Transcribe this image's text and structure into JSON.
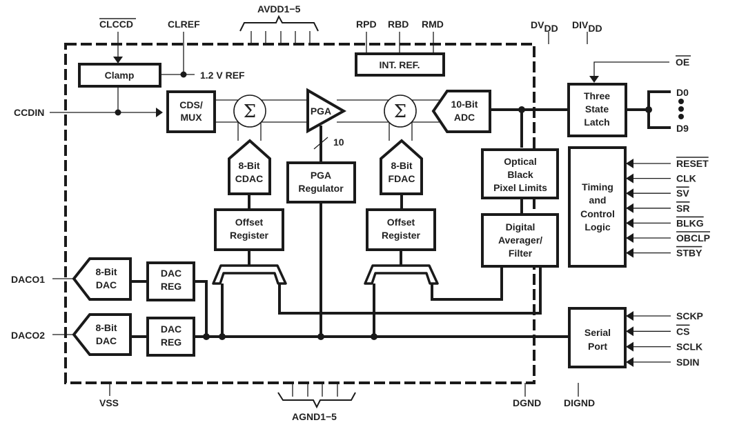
{
  "diagram": {
    "title": "CCD signal processor functional block diagram",
    "blocks": {
      "clamp": "Clamp",
      "cds_mux": [
        "CDS/",
        "MUX"
      ],
      "sum_symbol": "Σ",
      "pga": "PGA",
      "pga_bus_width": "10",
      "adc": [
        "10-Bit",
        "ADC"
      ],
      "int_ref": "INT. REF.",
      "three_state_latch": [
        "Three",
        "State",
        "Latch"
      ],
      "cdac": [
        "8-Bit",
        "CDAC"
      ],
      "pga_regulator": [
        "PGA",
        "Regulator"
      ],
      "fdac": [
        "8-Bit",
        "FDAC"
      ],
      "optical_black": [
        "Optical",
        "Black",
        "Pixel Limits"
      ],
      "offset_register_1": [
        "Offset",
        "Register"
      ],
      "offset_register_2": [
        "Offset",
        "Register"
      ],
      "digital_averager": [
        "Digital",
        "Averager/",
        "Filter"
      ],
      "timing_control": [
        "Timing",
        "and",
        "Control",
        "Logic"
      ],
      "dac1": [
        "8-Bit",
        "DAC"
      ],
      "dac2": [
        "8-Bit",
        "DAC"
      ],
      "dac_reg_1": [
        "DAC",
        "REG"
      ],
      "dac_reg_2": [
        "DAC",
        "REG"
      ],
      "serial_port": [
        "Serial",
        "Port"
      ]
    },
    "pins": {
      "top": {
        "clccd": "CLCCD",
        "clref": "CLREF",
        "avdd": "AVDD1−5",
        "rpd": "RPD",
        "rbd": "RBD",
        "rmd": "RMD",
        "dvdd_main": "DV",
        "dvdd_sub": "DD",
        "divdd_main": "DIV",
        "divdd_sub": "DD"
      },
      "internal": {
        "ref_1v2": "1.2 V REF"
      },
      "left": {
        "ccdin": "CCDIN",
        "daco1": "DACO1",
        "daco2": "DACO2"
      },
      "right": {
        "oe": "OE",
        "d0": "D0",
        "d9": "D9",
        "timing_inputs": [
          "RESET",
          "CLK",
          "SV",
          "SR",
          "BLKG",
          "OBCLP",
          "STBY"
        ],
        "timing_inputs_overlined": [
          true,
          false,
          true,
          true,
          true,
          true,
          true
        ],
        "serial_inputs": [
          "SCKP",
          "CS",
          "SCLK",
          "SDIN"
        ],
        "serial_inputs_overlined": [
          false,
          true,
          false,
          false
        ]
      },
      "bottom": {
        "vss": "VSS",
        "agnd": "AGND1−5",
        "dgnd": "DGND",
        "dignd": "DIGND"
      }
    }
  }
}
